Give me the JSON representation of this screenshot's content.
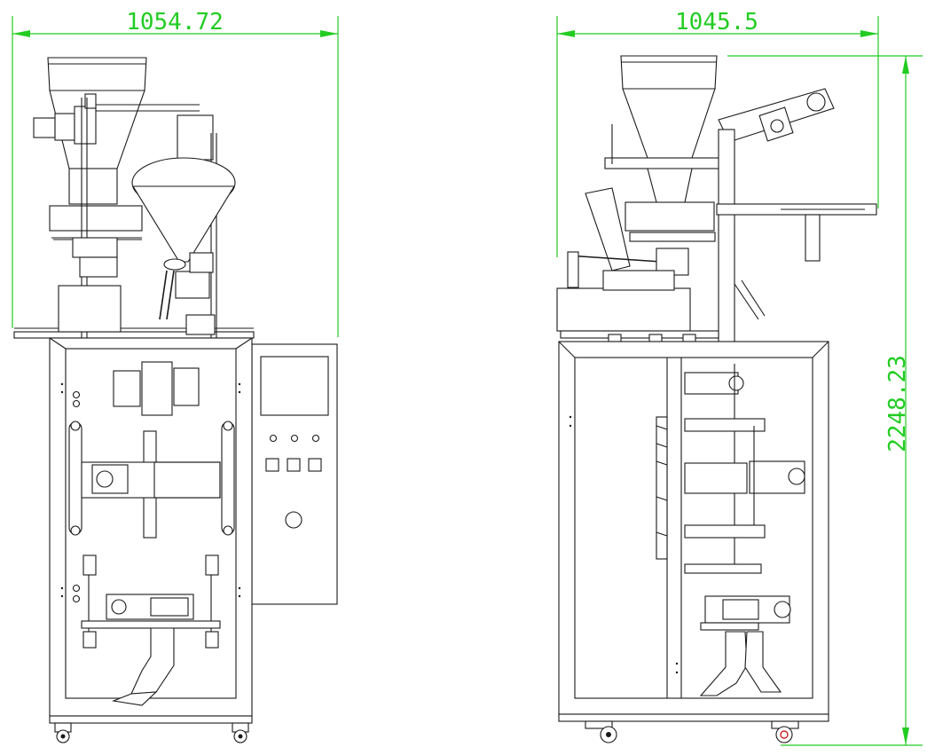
{
  "dimensions": {
    "front_width": "1054.72",
    "side_width": "1045.5",
    "height": "2248.23"
  },
  "colors": {
    "line": "#1a1a1a",
    "dimension": "#22cc22",
    "marker": "#cc2222",
    "background": "#ffffff"
  }
}
